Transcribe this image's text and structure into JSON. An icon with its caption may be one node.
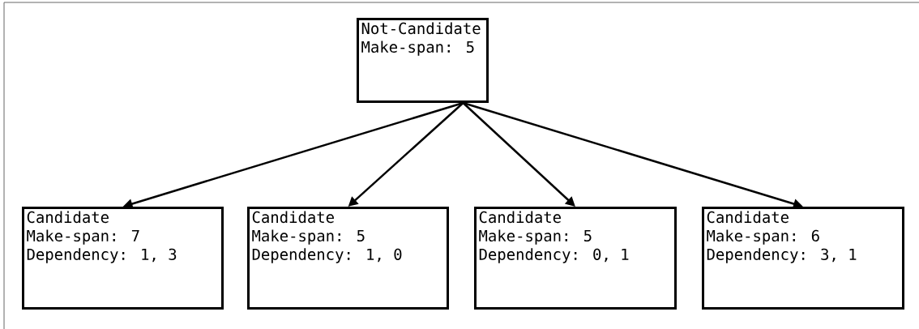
{
  "diagram": {
    "nodes": [
      {
        "text": [
          "Not-Candidate",
          "Make-span: 5"
        ]
      },
      {
        "text": [
          "Candidate",
          "Make-span: 7",
          "Dependency: 1, 3"
        ]
      },
      {
        "text": [
          "Candidate",
          "Make-span: 5",
          "Dependency: 1, 0"
        ]
      },
      {
        "text": [
          "Candidate",
          "Make-span: 5",
          "Dependency: 0, 1"
        ]
      },
      {
        "text": [
          "Candidate",
          "Make-span: 6",
          "Dependency: 3, 1"
        ]
      }
    ],
    "edges": [
      {
        "from": 0,
        "to": 1,
        "arrow": "to"
      },
      {
        "from": 0,
        "to": 2,
        "arrow": "to"
      },
      {
        "from": 0,
        "to": 3,
        "arrow": "to"
      },
      {
        "from": 0,
        "to": 4,
        "arrow": "to"
      }
    ]
  }
}
